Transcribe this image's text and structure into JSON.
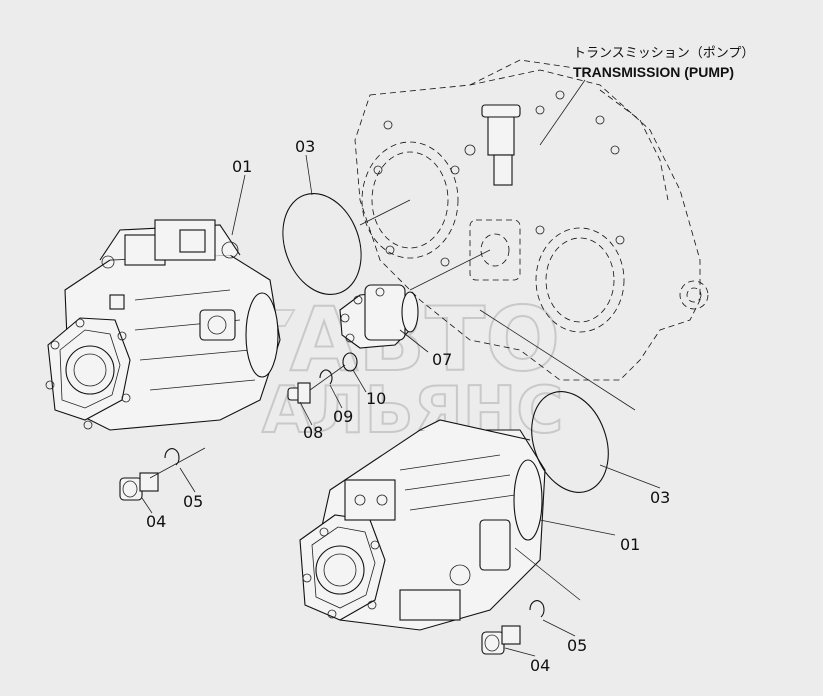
{
  "caption": {
    "jp": "トランスミッション（ポンプ）",
    "en": "TRANSMISSION (PUMP)"
  },
  "watermark": {
    "line1": "АВТО",
    "line2": "АЛЬЯНС"
  },
  "labels": {
    "pump_upper": "01",
    "pump_lower": "01",
    "oring_upper": "03",
    "oring_lower": "03",
    "bolt_upper": "04",
    "bolt_lower": "04",
    "washer_upper": "05",
    "washer_lower": "05",
    "gear_pump": "07",
    "bolt_small": "08",
    "washer_small": "09",
    "oring_small": "10"
  }
}
